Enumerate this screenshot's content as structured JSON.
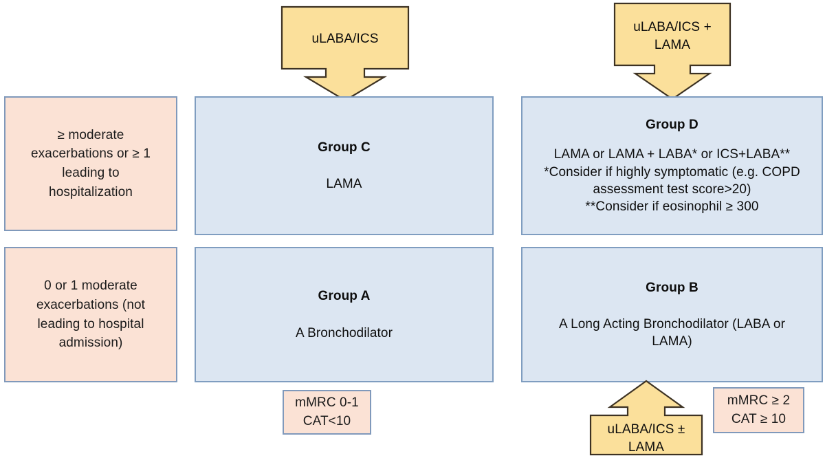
{
  "figure": {
    "type": "clinical-treatment-grid",
    "description": "COPD ABCD assessment tool grid with pharmacologic treatment recommendations"
  },
  "colors": {
    "blue_fill": "#dce6f2",
    "blue_border": "#7f9dc0",
    "pink_fill": "#fbe2d5",
    "pink_border": "#8099bb",
    "yellow_fill": "#fbe09b",
    "yellow_border": "#3d3223",
    "text": "#0d0d0d"
  },
  "callouts": {
    "top_left": {
      "name": "uLABA/ICS callout",
      "lines": [
        "uLABA/ICS"
      ],
      "direction": "down"
    },
    "top_right": {
      "name": "uLABA/ICS + LAMA callout",
      "lines": [
        "uLABA/ICS +",
        "LAMA"
      ],
      "direction": "down"
    },
    "bottom_right": {
      "name": "uLABA/ICS ± LAMA callout",
      "lines": [
        "uLABA/ICS ±",
        "LAMA"
      ],
      "direction": "up"
    }
  },
  "exacerbation_labels": {
    "high": {
      "lines": [
        "≥ moderate",
        "exacerbations or ≥ 1",
        "leading to",
        "hospitalization"
      ]
    },
    "low": {
      "lines": [
        "0 or 1 moderate",
        "exacerbations (not",
        "leading to hospital",
        "admission)"
      ]
    }
  },
  "symptom_labels": {
    "low": {
      "lines": [
        "mMRC 0-1",
        "CAT<10"
      ]
    },
    "high": {
      "lines": [
        "mMRC ≥ 2",
        "CAT ≥ 10"
      ]
    }
  },
  "groups": {
    "c": {
      "title": "Group C",
      "body_lines": [
        "LAMA"
      ]
    },
    "d": {
      "title": "Group D",
      "body_lines": [
        "LAMA or LAMA + LABA* or ICS+LABA**",
        "*Consider if highly symptomatic (e.g. COPD",
        "assessment test score>20)",
        "**Consider if eosinophil ≥ 300"
      ]
    },
    "a": {
      "title": "Group A",
      "body_lines": [
        "A Bronchodilator"
      ]
    },
    "b": {
      "title": "Group B",
      "body_lines": [
        "A Long Acting Bronchodilator (LABA or",
        "LAMA)"
      ]
    }
  }
}
